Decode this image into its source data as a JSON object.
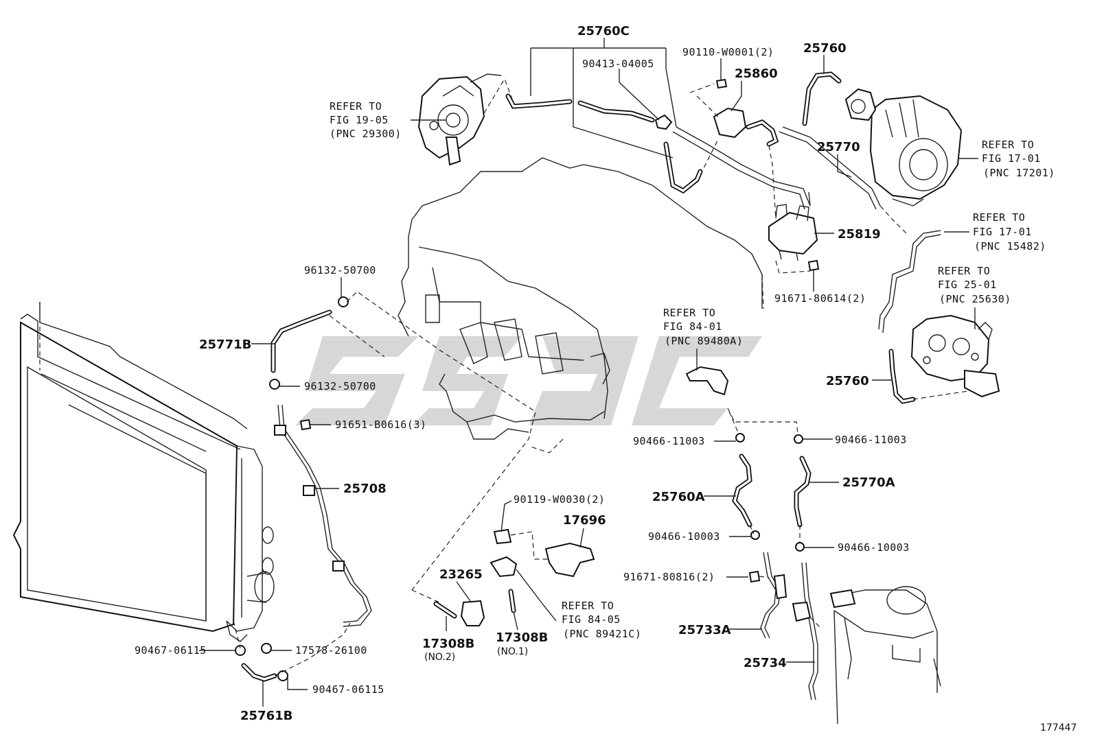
{
  "diagram_id": "177447",
  "watermark": "sdbc-logo",
  "labels": {
    "p25760C": "25760C",
    "p90413": "90413-04005",
    "p90110": "90110-W0001(2)",
    "p25860": "25860",
    "p25760_top": "25760",
    "p25770": "25770",
    "p25819": "25819",
    "p91671_80614": "91671-80614(2)",
    "p96132_top": "96132-50700",
    "p25771B": "25771B",
    "p96132_bot": "96132-50700",
    "p91651": "91651-B0616(3)",
    "p25708": "25708",
    "p90467_left": "90467-06115",
    "p17578": "17578-26100",
    "p90467_right": "90467-06115",
    "p25761B": "25761B",
    "p90119": "90119-W0030(2)",
    "p17696": "17696",
    "p23265": "23265",
    "p17308B_2": "17308B",
    "p17308B_2_sub": "(NO.2)",
    "p17308B_1": "17308B",
    "p17308B_1_sub": "(NO.1)",
    "p90466_11003_l": "90466-11003",
    "p90466_11003_r": "90466-11003",
    "p25760A": "25760A",
    "p25770A": "25770A",
    "p90466_10003_l": "90466-10003",
    "p90466_10003_r": "90466-10003",
    "p91671_80816": "91671-80816(2)",
    "p25733A": "25733A",
    "p25734": "25734",
    "p25760_right": "25760"
  },
  "refs": {
    "fig19": [
      "REFER TO",
      "FIG 19-05",
      "(PNC 29300)"
    ],
    "fig17_top": [
      "REFER TO",
      "FIG 17-01",
      "(PNC 17201)"
    ],
    "fig17_mid": [
      "REFER TO",
      "FIG 17-01",
      "(PNC 15482)"
    ],
    "fig25": [
      "REFER TO",
      "FIG 25-01",
      "(PNC 25630)"
    ],
    "fig84_01": [
      "REFER TO",
      "FIG 84-01",
      "(PNC 89480A)"
    ],
    "fig84_05": [
      "REFER TO",
      "FIG 84-05",
      "(PNC 89421C)"
    ]
  }
}
